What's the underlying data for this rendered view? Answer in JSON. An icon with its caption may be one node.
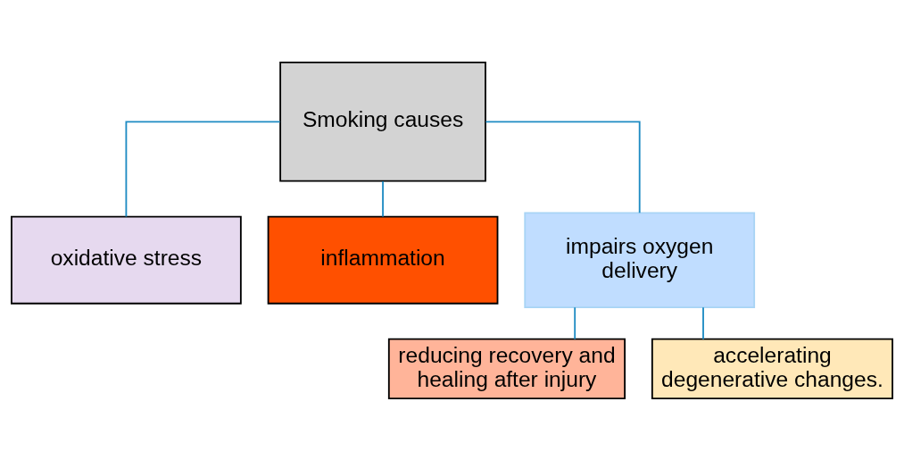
{
  "diagram": {
    "nodes": [
      {
        "text": [
          "Smoking causes"
        ]
      },
      {
        "text": [
          "oxidative stress"
        ]
      },
      {
        "text": [
          "inflammation"
        ]
      },
      {
        "text": [
          "impairs oxygen delivery"
        ]
      },
      {
        "text": [
          "reducing recovery and healing after injury"
        ]
      },
      {
        "text": [
          "accelerating degenerative changes."
        ]
      }
    ],
    "edges": [
      {
        "from": 0,
        "to": 1,
        "arrow": "none"
      },
      {
        "from": 0,
        "to": 2,
        "arrow": "none"
      },
      {
        "from": 0,
        "to": 3,
        "arrow": "none"
      },
      {
        "from": 3,
        "to": 4,
        "arrow": "none"
      },
      {
        "from": 3,
        "to": 5,
        "arrow": "none"
      }
    ]
  }
}
